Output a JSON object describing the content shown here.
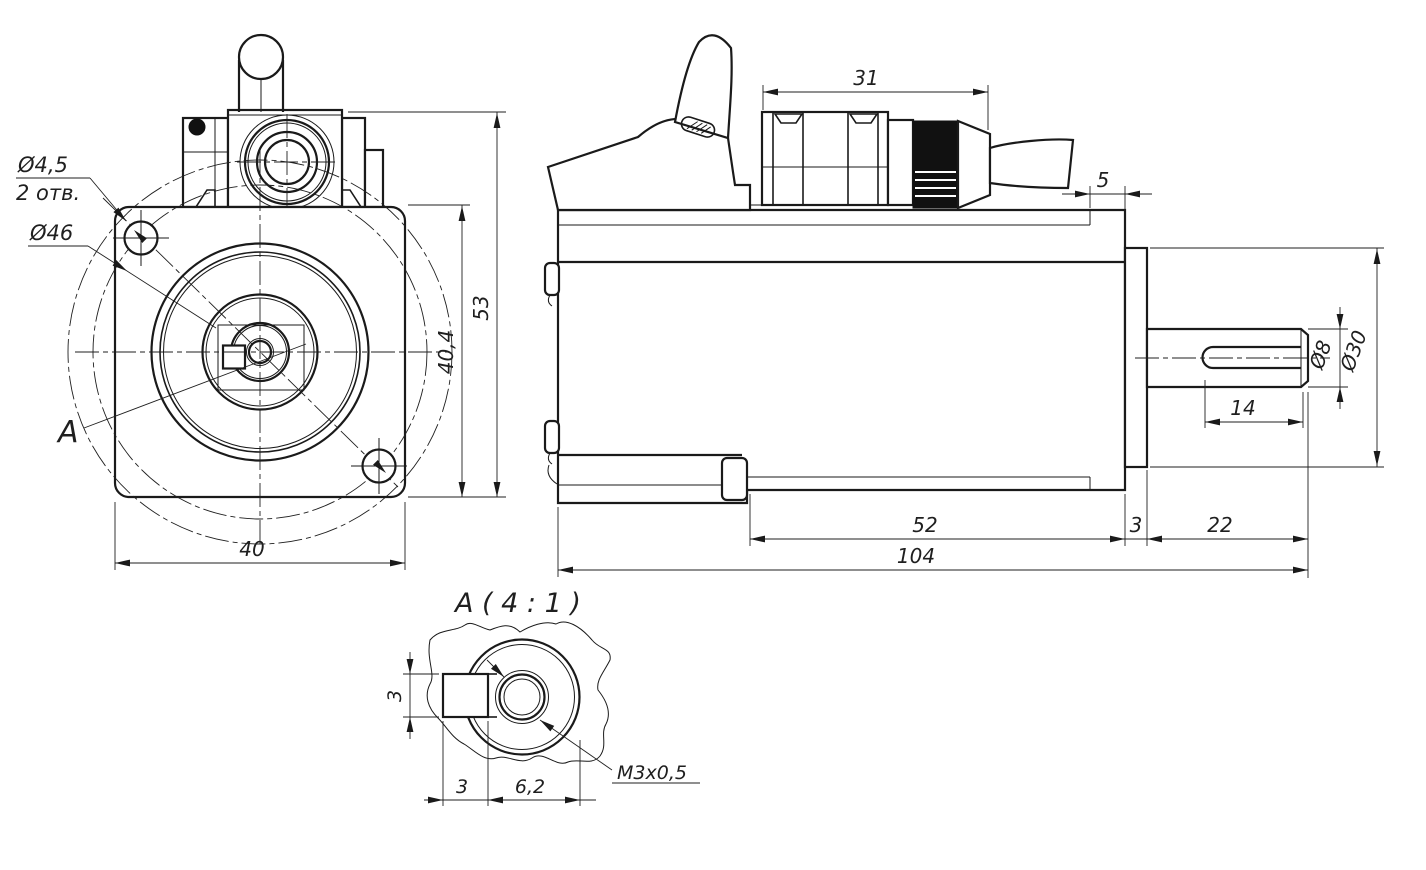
{
  "drawing": {
    "front_view": {
      "callout_hole_dia": "Ø4,5",
      "callout_hole_count": "2 отв.",
      "callout_bolt_circle": "Ø46",
      "detail_label": "A",
      "dim_total_height": "53",
      "dim_body_height": "40,4",
      "dim_flange_width": "40"
    },
    "side_view": {
      "dim_connector_length": "31",
      "dim_front_cap": "5",
      "dim_shaft_dia": "Ø8",
      "dim_boss_dia": "Ø30",
      "dim_keyway_length": "14",
      "dim_body_length": "52",
      "dim_boss_length": "3",
      "dim_shaft_length": "22",
      "dim_total_length": "104"
    },
    "detail_view": {
      "title": "A ( 4 : 1 )",
      "dim_key_height": "3",
      "dim_key_width": "3",
      "dim_hub_width": "6,2",
      "callout_thread": "M3x0,5"
    }
  }
}
